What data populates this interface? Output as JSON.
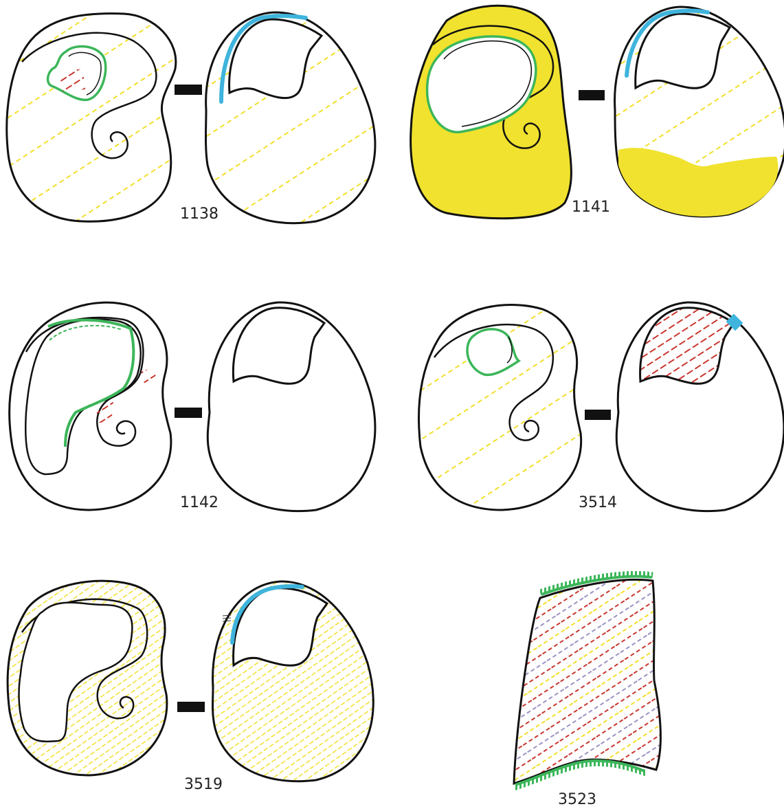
{
  "colors": {
    "outline": "#111111",
    "yellow": "#f0e22e",
    "yellow_hatch": "#f2df2a",
    "red_hatch": "#c8362e",
    "purple_hatch": "#9b93c4",
    "green": "#3cb65a",
    "blue": "#3fb4dc"
  },
  "specimens": [
    {
      "id": "1138",
      "label": "1138"
    },
    {
      "id": "1141",
      "label": "1141"
    },
    {
      "id": "1142",
      "label": "1142"
    },
    {
      "id": "3514",
      "label": "3514"
    },
    {
      "id": "3519",
      "label": "3519"
    },
    {
      "id": "3523",
      "label": "3523"
    }
  ]
}
